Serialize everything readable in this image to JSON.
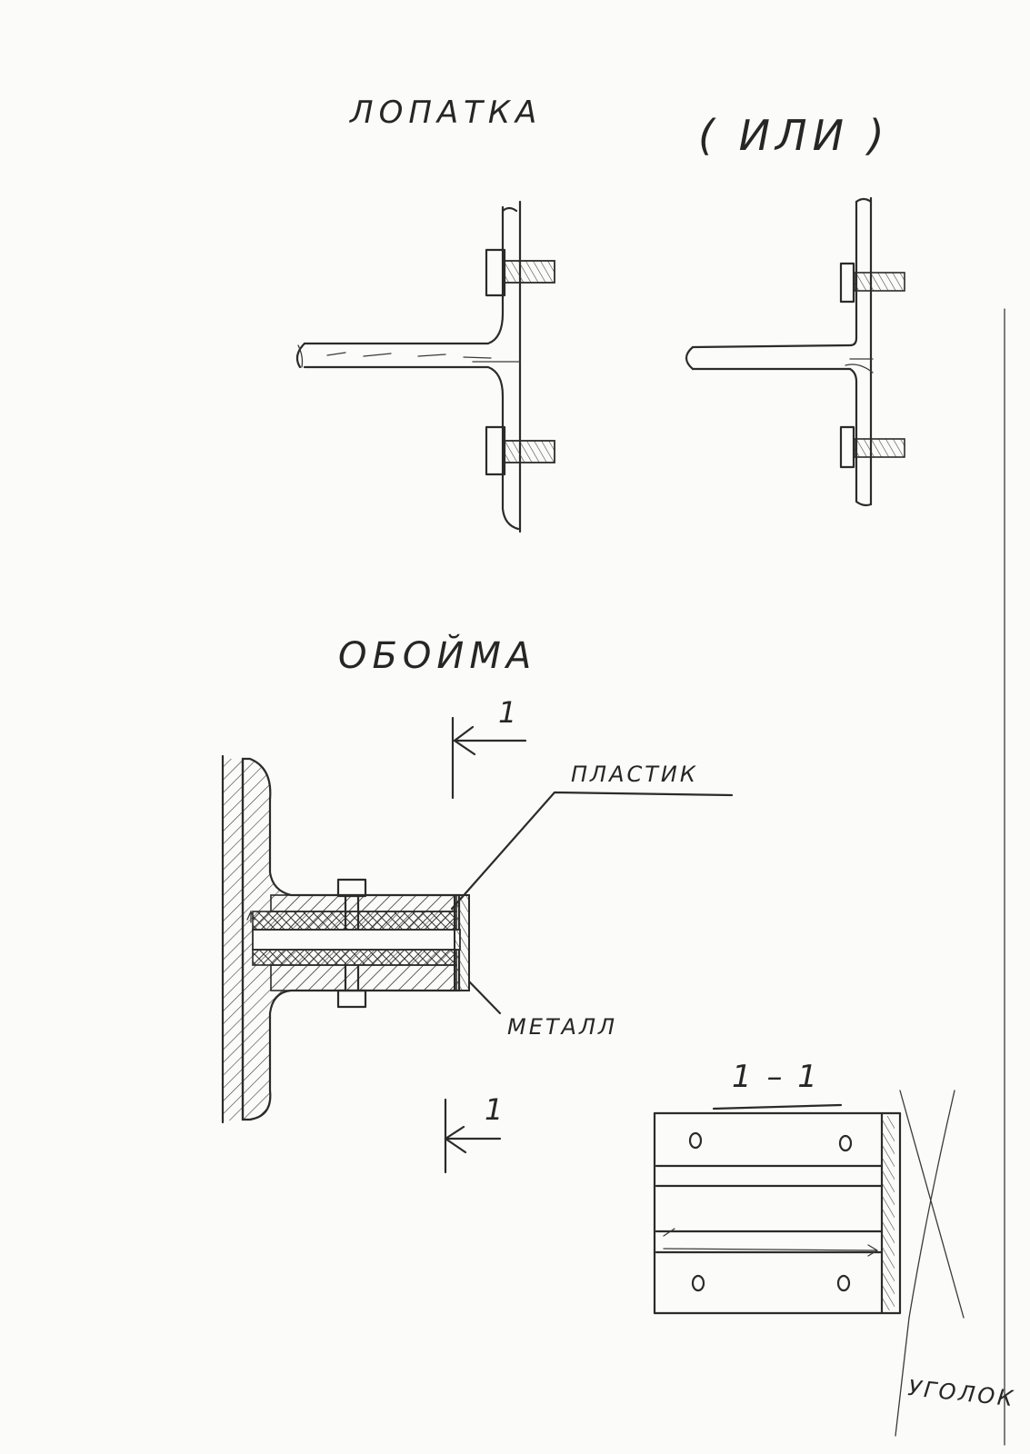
{
  "labels": {
    "lopatka": "ЛОПАТКА",
    "ili": "( ИЛИ )",
    "oboima": "ОБОЙМА",
    "section_mark_top": "1",
    "section_mark_bottom": "1",
    "plastik": "ПЛАСТИК",
    "metall": "МЕТАЛЛ",
    "section_title": "1 – 1",
    "ugolok": "УГОЛОК"
  },
  "colors": {
    "ink": "#2b2b2b",
    "paper": "#fbfbf9"
  }
}
